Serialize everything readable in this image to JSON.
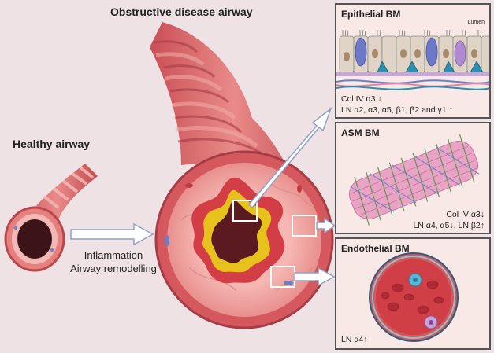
{
  "titles": {
    "obstructive": "Obstructive disease airway",
    "healthy": "Healthy airway"
  },
  "labels": {
    "inflammation": "Inflammation",
    "remodelling": "Airway remodelling"
  },
  "panels": {
    "epithelial": {
      "title": "Epithelial BM",
      "lumen": "Lumen",
      "line1": "Col IV α3 ↓",
      "line2": "LN α2, α3, α5, β1, β2 and γ1 ↑"
    },
    "asm": {
      "title": "ASM BM",
      "line1": "Col IV α3↓",
      "line2": "LN α4, α5↓, LN β2↑"
    },
    "endothelial": {
      "title": "Endothelial BM",
      "line1": "LN α4↑"
    }
  },
  "colors": {
    "background": "#efe2e4",
    "airway_wall": "#d9676a",
    "airway_dark": "#b8474f",
    "lumen": "#5a1a1f",
    "mucosa_yellow": "#e8c21c",
    "arrow_fill": "#ffffff",
    "arrow_stroke": "#8fa3c4"
  }
}
